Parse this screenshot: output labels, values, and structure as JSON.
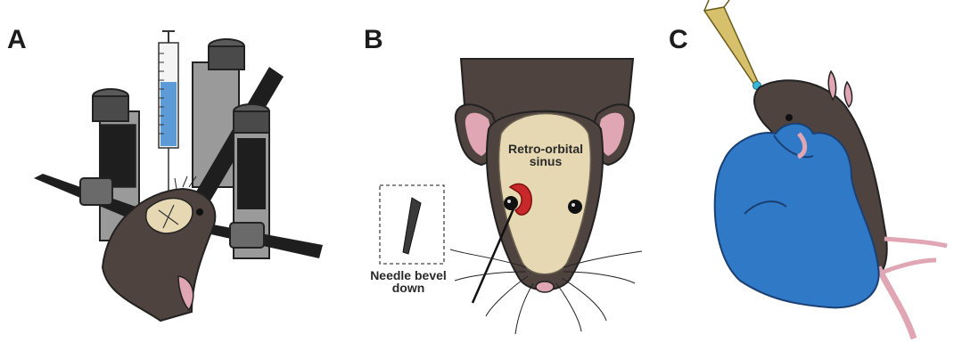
{
  "panels": {
    "a": {
      "letter": "A"
    },
    "b": {
      "letter": "B",
      "sinus_label_line1": "Retro-orbital",
      "sinus_label_line2": "sinus",
      "needle_label_line1": "Needle bevel",
      "needle_label_line2": "down"
    },
    "c": {
      "letter": "C"
    }
  },
  "colors": {
    "mouse_fur": "#4e433f",
    "mouse_skin": "#e0a6b3",
    "skull": "#e6d8b2",
    "syringe_liquid": "#5c9bd6",
    "glove": "#2f79c6",
    "sinus": "#c9282a",
    "pipette": "#d6c06c",
    "drop": "#38b6d6",
    "stereotaxic_metal": "#9a9a9a"
  }
}
